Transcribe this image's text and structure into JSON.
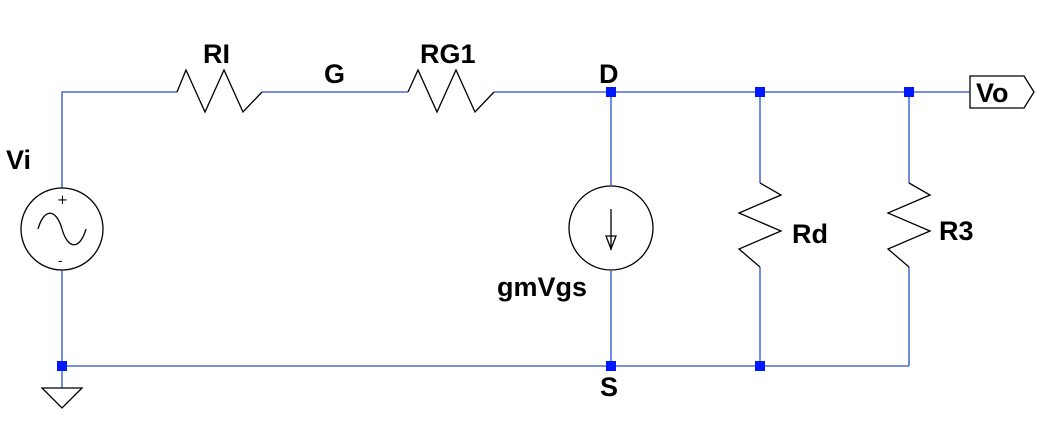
{
  "schematic": {
    "colors": {
      "wire": "#2a4fd0",
      "component": "#000000",
      "junction": "#0018ff",
      "label": "#000000"
    },
    "sources": {
      "vi": {
        "label": "Vi",
        "plus": "+",
        "minus": "-",
        "icon": "ac-voltage-source-icon"
      },
      "gm": {
        "label": "gmVgs",
        "icon": "dependent-current-source-icon"
      }
    },
    "resistors": {
      "rl": {
        "label": "RI"
      },
      "rg1": {
        "label": "RG1"
      },
      "rd": {
        "label": "Rd"
      },
      "r3": {
        "label": "R3"
      }
    },
    "nodes": {
      "g": "G",
      "d": "D",
      "s": "S"
    },
    "output": {
      "label": "Vo"
    },
    "ground": {
      "icon": "ground-icon"
    }
  }
}
